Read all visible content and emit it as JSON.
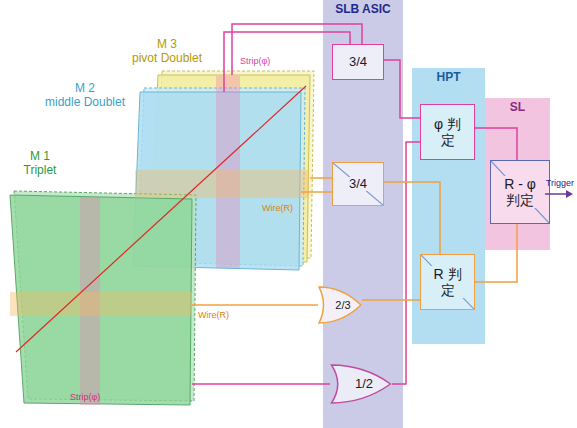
{
  "diagram": {
    "nodes": [
      {
        "text": [
          "M 3",
          "pivot Doublet"
        ]
      },
      {
        "text": [
          "M 2",
          "middle Doublet"
        ]
      },
      {
        "text": [
          "M 1",
          "Triplet"
        ]
      },
      {
        "text": [
          "SLB ASIC"
        ]
      },
      {
        "text": [
          "3/4"
        ],
        "in": 3
      },
      {
        "text": [
          "3/4"
        ],
        "in": 3
      },
      {
        "text": [
          "2/3"
        ],
        "in": 3
      },
      {
        "text": [
          "1/2"
        ],
        "in": 3
      },
      {
        "text": [
          "HPT"
        ]
      },
      {
        "text": [
          "φ 判定"
        ],
        "in": 8
      },
      {
        "text": [
          "R 判定"
        ],
        "in": 8
      },
      {
        "text": [
          "SL"
        ]
      },
      {
        "text": [
          "R - φ 判定"
        ],
        "in": 11
      }
    ],
    "edges": [
      {
        "from": 0,
        "to": 4,
        "arrow": "none"
      },
      {
        "from": 1,
        "to": 4,
        "arrow": "none"
      },
      {
        "from": 0,
        "to": 5,
        "arrow": "none"
      },
      {
        "from": 1,
        "to": 5,
        "arrow": "none"
      },
      {
        "from": 2,
        "to": 6,
        "arrow": "none"
      },
      {
        "from": 2,
        "to": 7,
        "arrow": "none"
      },
      {
        "from": 4,
        "to": 9,
        "arrow": "none"
      },
      {
        "from": 7,
        "to": 9,
        "arrow": "none"
      },
      {
        "from": 5,
        "to": 10,
        "arrow": "none"
      },
      {
        "from": 6,
        "to": 10,
        "arrow": "none"
      },
      {
        "from": 9,
        "to": 12,
        "arrow": "none"
      },
      {
        "from": 10,
        "to": 12,
        "arrow": "none"
      }
    ],
    "labels": [
      "Strip(φ)",
      "Wire(R)",
      "Wire(R)",
      "Strip(φ)",
      "Trigger"
    ]
  }
}
